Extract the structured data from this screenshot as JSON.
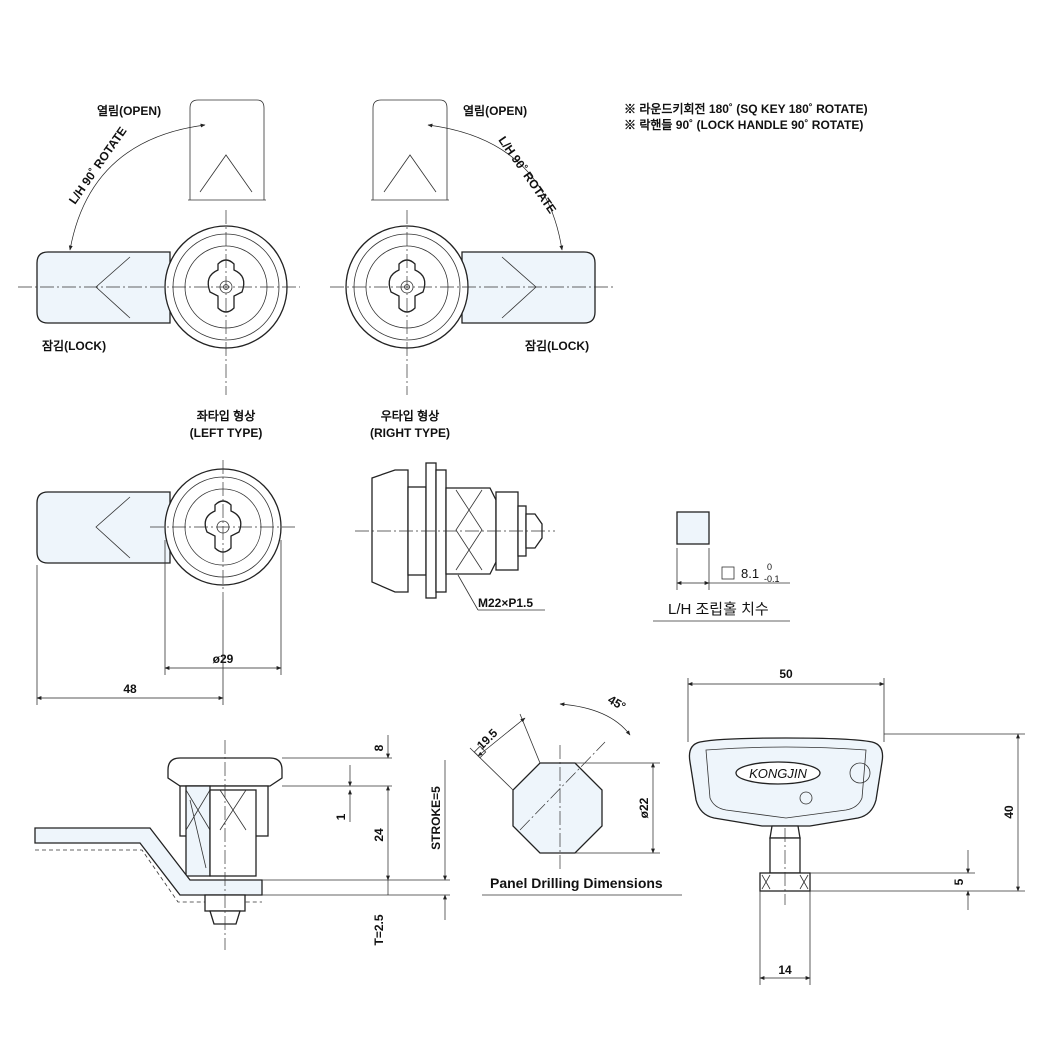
{
  "labels": {
    "open_left": "열림(OPEN)",
    "open_right": "열림(OPEN)",
    "rotate_left": "L/H 90˚ ROTATE",
    "rotate_right": "L/H 90˚ ROTATE",
    "lock_left": "잠김(LOCK)",
    "lock_right": "잠김(LOCK)",
    "left_type_kr": "좌타입 형상",
    "left_type_en": "(LEFT TYPE)",
    "right_type_kr": "우타입 형상",
    "right_type_en": "(RIGHT TYPE)",
    "thread": "M22×P1.5",
    "lh_hole_title": "L/H 조립홀 치수",
    "panel_title": "Panel Drilling Dimensions",
    "key_brand": "KONGJIN"
  },
  "notes": [
    "※ 라운드키회전 180˚ (SQ KEY 180˚ ROTATE)",
    "※ 락핸들 90˚ (LOCK HANDLE 90˚ ROTATE)"
  ],
  "dimensions": {
    "square_hole_main": "8.1",
    "square_hole_upper": "0",
    "square_hole_lower": "-0.1",
    "diameter_body": "ø29",
    "length_48": "48",
    "h8": "8",
    "h1": "1",
    "h24": "24",
    "stroke": "STROKE=5",
    "thickness": "T=2.5",
    "panel_square": "19.5",
    "panel_angle": "45°",
    "panel_diameter": "ø22",
    "key_width": "50",
    "key_height": "40",
    "key_stem": "5",
    "key_14": "14"
  }
}
